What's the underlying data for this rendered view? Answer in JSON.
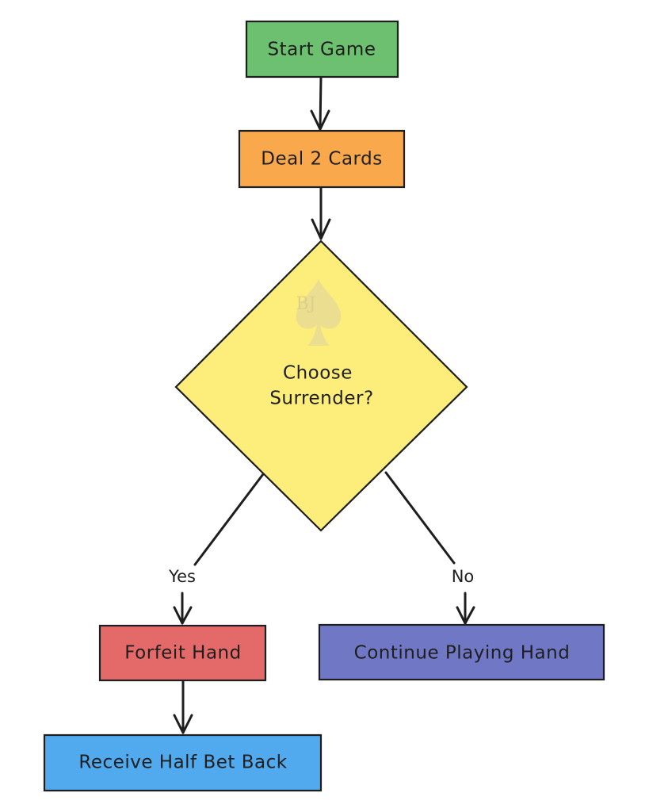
{
  "nodes": {
    "start": {
      "label": "Start Game",
      "color": "#6cc070"
    },
    "deal": {
      "label": "Deal 2 Cards",
      "color": "#f9a94b"
    },
    "decision": {
      "line1": "Choose",
      "line2": "Surrender?",
      "color": "#fdee7b"
    },
    "forfeit": {
      "label": "Forfeit Hand",
      "color": "#e46a6a"
    },
    "continue": {
      "label": "Continue Playing Hand",
      "color": "#7078c6"
    },
    "receive": {
      "label": "Receive Half Bet Back",
      "color": "#51a9ee"
    }
  },
  "edges": {
    "yes_label": "Yes",
    "no_label": "No"
  },
  "watermark": {
    "text": "BJ",
    "icon": "spade-icon",
    "color": "#d9c98a"
  }
}
